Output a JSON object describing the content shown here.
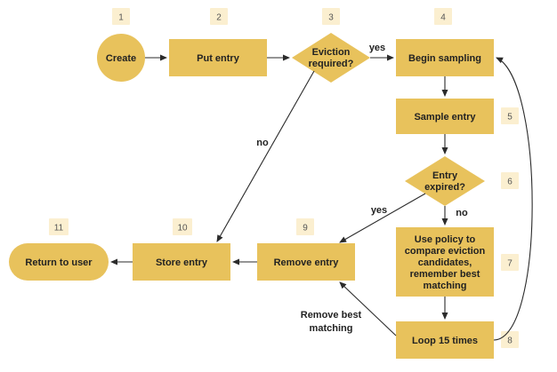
{
  "nodes": {
    "create": "Create",
    "put_entry": "Put entry",
    "eviction_required": [
      "Eviction",
      "required?"
    ],
    "begin_sampling": "Begin sampling",
    "sample_entry": "Sample entry",
    "entry_expired": [
      "Entry",
      "expired?"
    ],
    "use_policy": [
      "Use policy to",
      "compare eviction",
      "candidates,",
      "remember best",
      "matching"
    ],
    "loop": "Loop 15 times",
    "remove_entry": "Remove entry",
    "store_entry": "Store entry",
    "return_to_user": "Return to user"
  },
  "step_numbers": {
    "create": "1",
    "put_entry": "2",
    "eviction_required": "3",
    "begin_sampling": "4",
    "sample_entry": "5",
    "entry_expired": "6",
    "use_policy": "7",
    "loop": "8",
    "remove_entry": "9",
    "store_entry": "10",
    "return_to_user": "11"
  },
  "edge_labels": {
    "eviction_yes": "yes",
    "eviction_no": "no",
    "expired_yes": "yes",
    "expired_no": "no",
    "remove_best": [
      "Remove best",
      "matching"
    ]
  },
  "colors": {
    "node": "#e8c25c",
    "step_badge": "#fbefd0",
    "arrow": "#2b2b2b"
  }
}
